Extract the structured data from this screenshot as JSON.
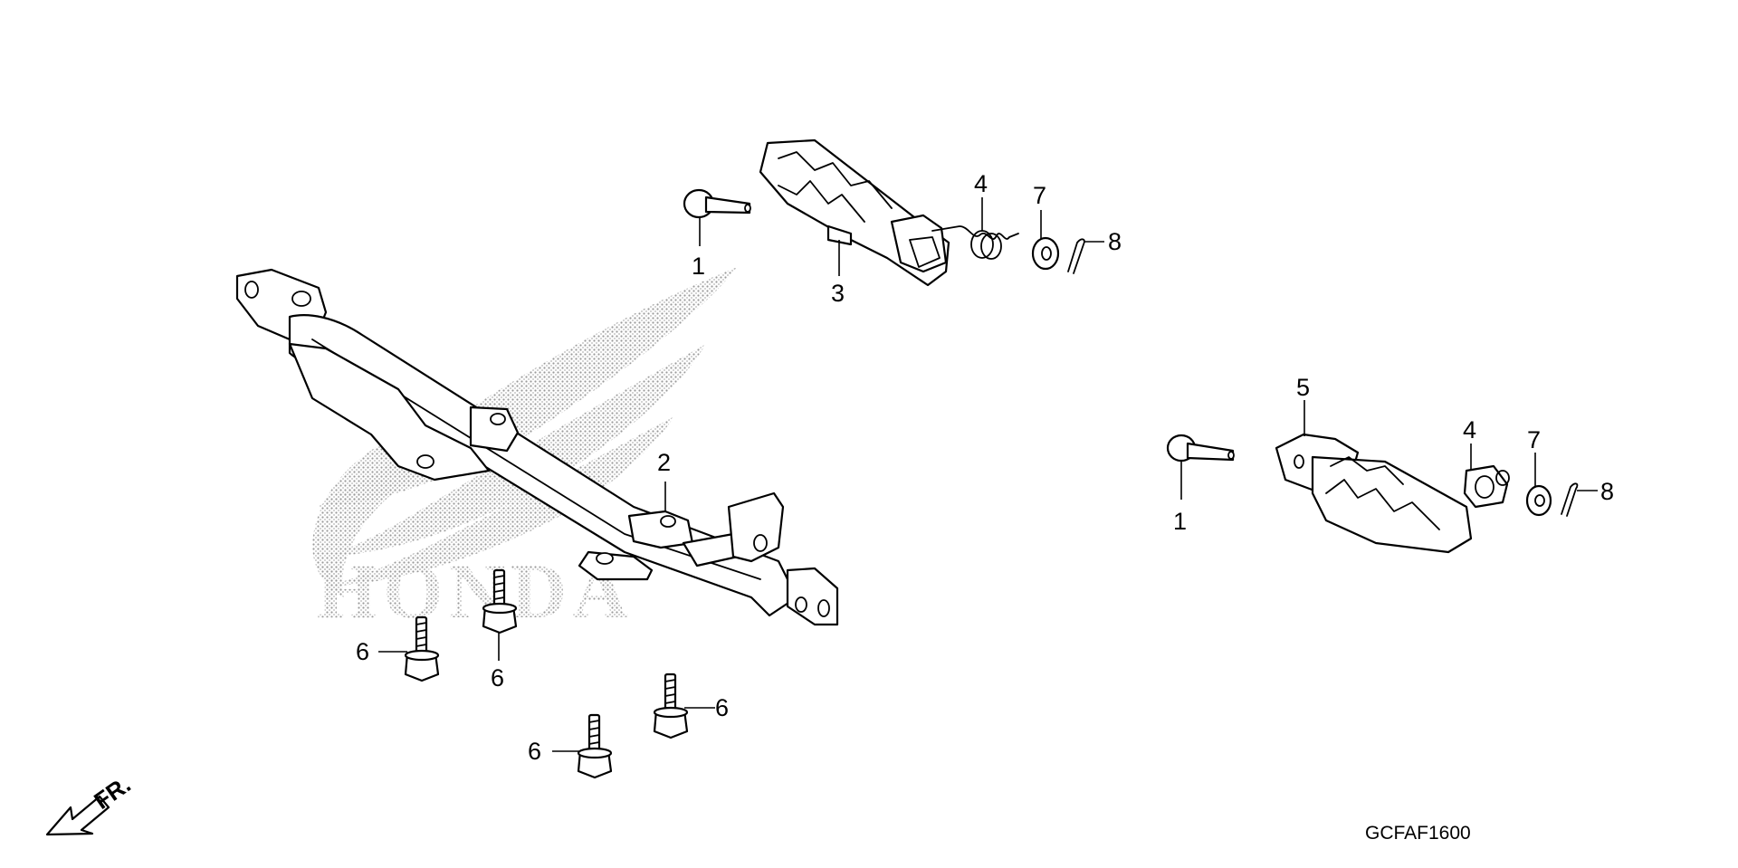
{
  "diagram": {
    "brand_mark": "HONDA",
    "diagram_code": "GCFAF1600",
    "front_indicator": "FR.",
    "colors": {
      "line": "#000000",
      "background": "#ffffff",
      "watermark": "#9a9a9a"
    },
    "callouts": [
      "1",
      "1",
      "2",
      "3",
      "4",
      "4",
      "5",
      "6",
      "6",
      "6",
      "6",
      "7",
      "7",
      "8",
      "8"
    ]
  }
}
